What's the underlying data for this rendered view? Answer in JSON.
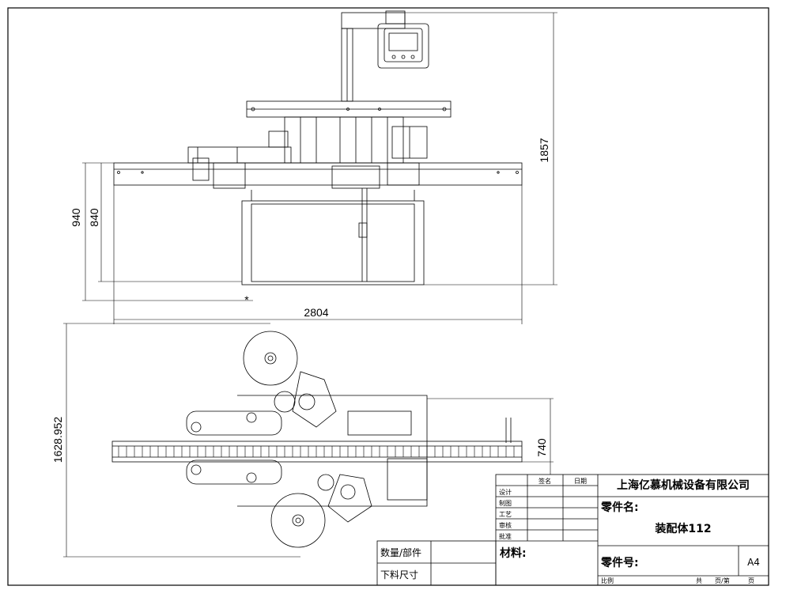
{
  "dimensions": {
    "height_total": "1857",
    "height_940": "940",
    "height_840": "840",
    "width_total": "2804",
    "plan_depth": "1628.952",
    "plan_740": "740",
    "asterisk": "*"
  },
  "title_block": {
    "company": "上海亿慕机械设备有限公司",
    "sign_header": "签名",
    "date_header": "日期",
    "rows": [
      "设计",
      "制图",
      "工艺",
      "审核",
      "批准"
    ],
    "part_name_label": "零件名:",
    "part_name_value": "装配体112",
    "part_no_label": "零件号:",
    "sheet_size": "A4",
    "qty_label": "数量/部件",
    "cut_size_label": "下料尺寸",
    "material_label": "材料:",
    "ratio_label": "比例",
    "pages_total": "共",
    "pages_sep": "页/第",
    "pages_end": "页"
  }
}
